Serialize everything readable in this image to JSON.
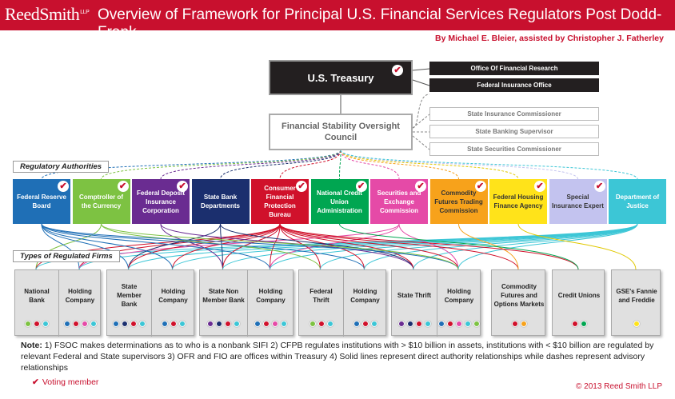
{
  "header": {
    "logo": "ReedSmith",
    "logo_suffix": "LLP",
    "title": "Overview of Framework for Principal U.S. Financial Services Regulators Post Dodd-Frank",
    "byline": "By Michael E. Bleier, assisted by Christopher J. Fatherley"
  },
  "top": {
    "treasury": "U.S. Treasury",
    "fsoc": "Financial Stability Oversight Council",
    "treasury_offices": [
      "Office  Of Financial Research",
      "Federal  Insurance Office"
    ],
    "state_members": [
      "State Insurance Commissioner",
      "State Banking Supervisor",
      "State Securities Commissioner"
    ]
  },
  "labels": {
    "regulatory_authorities": "Regulatory Authorities",
    "types_of_firms": "Types of Regulated Firms"
  },
  "check_glyph": "✔",
  "regulators": [
    {
      "name": "Federal Reserve Board",
      "color": "#1f6fb6",
      "voting": true
    },
    {
      "name": "Comptroller of the Currency",
      "color": "#7dc242",
      "voting": true
    },
    {
      "name": "Federal Deposit Insurance Corporation",
      "color": "#6a2c91",
      "voting": true
    },
    {
      "name": "State Bank Departments",
      "color": "#1b2f6e",
      "voting": false
    },
    {
      "name": "Consumer Financial Protection Bureau",
      "color": "#d0112b",
      "voting": true
    },
    {
      "name": "National Credit Union Administration",
      "color": "#00a651",
      "voting": true
    },
    {
      "name": "Securities and Exchange Commission",
      "color": "#e54aa7",
      "voting": true
    },
    {
      "name": "Commodity Futures Trading Commission",
      "color": "#f7a21b",
      "voting": true
    },
    {
      "name": "Federal Housing Finance Agency",
      "color": "#ffe31a",
      "voting": true
    },
    {
      "name": "Special Insurance Expert",
      "color": "#c3c3ef",
      "voting": true
    },
    {
      "name": "Department of Justice",
      "color": "#3cc6d6",
      "voting": false
    }
  ],
  "firm_groups": [
    {
      "firms": [
        {
          "name": "National Bank",
          "dots": [
            "#7dc242",
            "#d0112b",
            "#3cc6d6"
          ]
        },
        {
          "name": "Holding Company",
          "dots": [
            "#1f6fb6",
            "#d0112b",
            "#e54aa7",
            "#3cc6d6"
          ]
        }
      ]
    },
    {
      "firms": [
        {
          "name": "State Member Bank",
          "dots": [
            "#1f6fb6",
            "#1b2f6e",
            "#d0112b",
            "#3cc6d6"
          ]
        },
        {
          "name": "Holding Company",
          "dots": [
            "#1f6fb6",
            "#d0112b",
            "#3cc6d6"
          ]
        }
      ]
    },
    {
      "firms": [
        {
          "name": "State Non Member Bank",
          "dots": [
            "#6a2c91",
            "#1b2f6e",
            "#d0112b",
            "#3cc6d6"
          ]
        },
        {
          "name": "Holding Company",
          "dots": [
            "#1f6fb6",
            "#d0112b",
            "#e54aa7",
            "#3cc6d6"
          ]
        }
      ]
    },
    {
      "firms": [
        {
          "name": "Federal Thrift",
          "dots": [
            "#7dc242",
            "#d0112b",
            "#3cc6d6"
          ]
        },
        {
          "name": "Holding Company",
          "dots": [
            "#1f6fb6",
            "#d0112b",
            "#3cc6d6"
          ]
        }
      ]
    },
    {
      "firms": [
        {
          "name": "State Thrift",
          "dots": [
            "#6a2c91",
            "#1b2f6e",
            "#d0112b",
            "#3cc6d6"
          ]
        },
        {
          "name": "Holding Company",
          "dots": [
            "#1f6fb6",
            "#d0112b",
            "#e54aa7",
            "#3cc6d6",
            "#7dc242"
          ]
        }
      ]
    },
    {
      "firms": [
        {
          "name": "Commodity Futures and Options Markets",
          "dots": [
            "#d0112b",
            "#f7a21b"
          ]
        }
      ]
    },
    {
      "firms": [
        {
          "name": "Credit Unions",
          "dots": [
            "#d0112b",
            "#00a651"
          ]
        }
      ]
    },
    {
      "firms": [
        {
          "name": "GSE's Fannie and Freddie",
          "dots": [
            "#ffe31a"
          ]
        }
      ]
    }
  ],
  "note": {
    "label": "Note:",
    "text": " 1) FSOC makes determinations as to who is a nonbank SIFI 2) CFPB regulates institutions  with > $10 billion in assets, institutions with < $10 billion are regulated by relevant Federal and State supervisors 3) OFR and FIO are offices within Treasury 4) Solid lines represent direct authority relationships while dashes represent advisory relationships"
  },
  "legend": {
    "voting": "Voting member"
  },
  "copyright": "© 2013 Reed Smith LLP"
}
